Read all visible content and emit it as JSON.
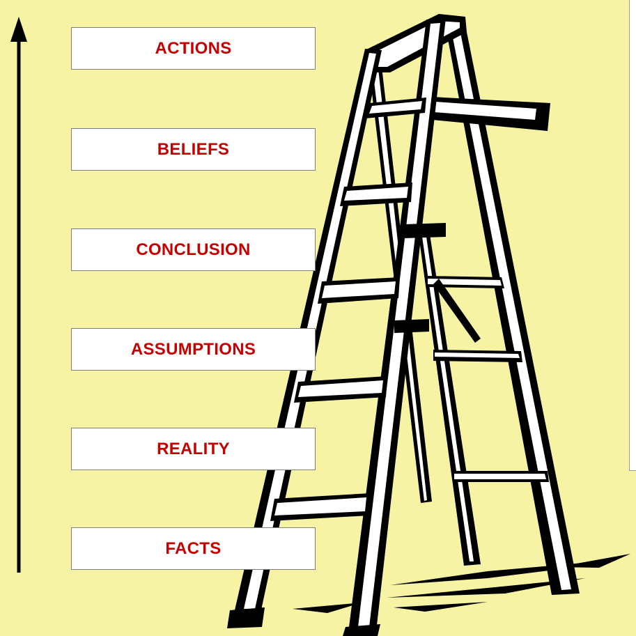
{
  "background_color": "#f6f4a4",
  "label_text_color": "#c40000",
  "labels": [
    "ACTIONS",
    "BELIEFS",
    "CONCLUSION",
    "ASSUMPTIONS",
    "REALITY",
    "FACTS"
  ],
  "icons": {
    "arrow": "up-arrow-icon",
    "ladder": "step-ladder-illustration"
  }
}
